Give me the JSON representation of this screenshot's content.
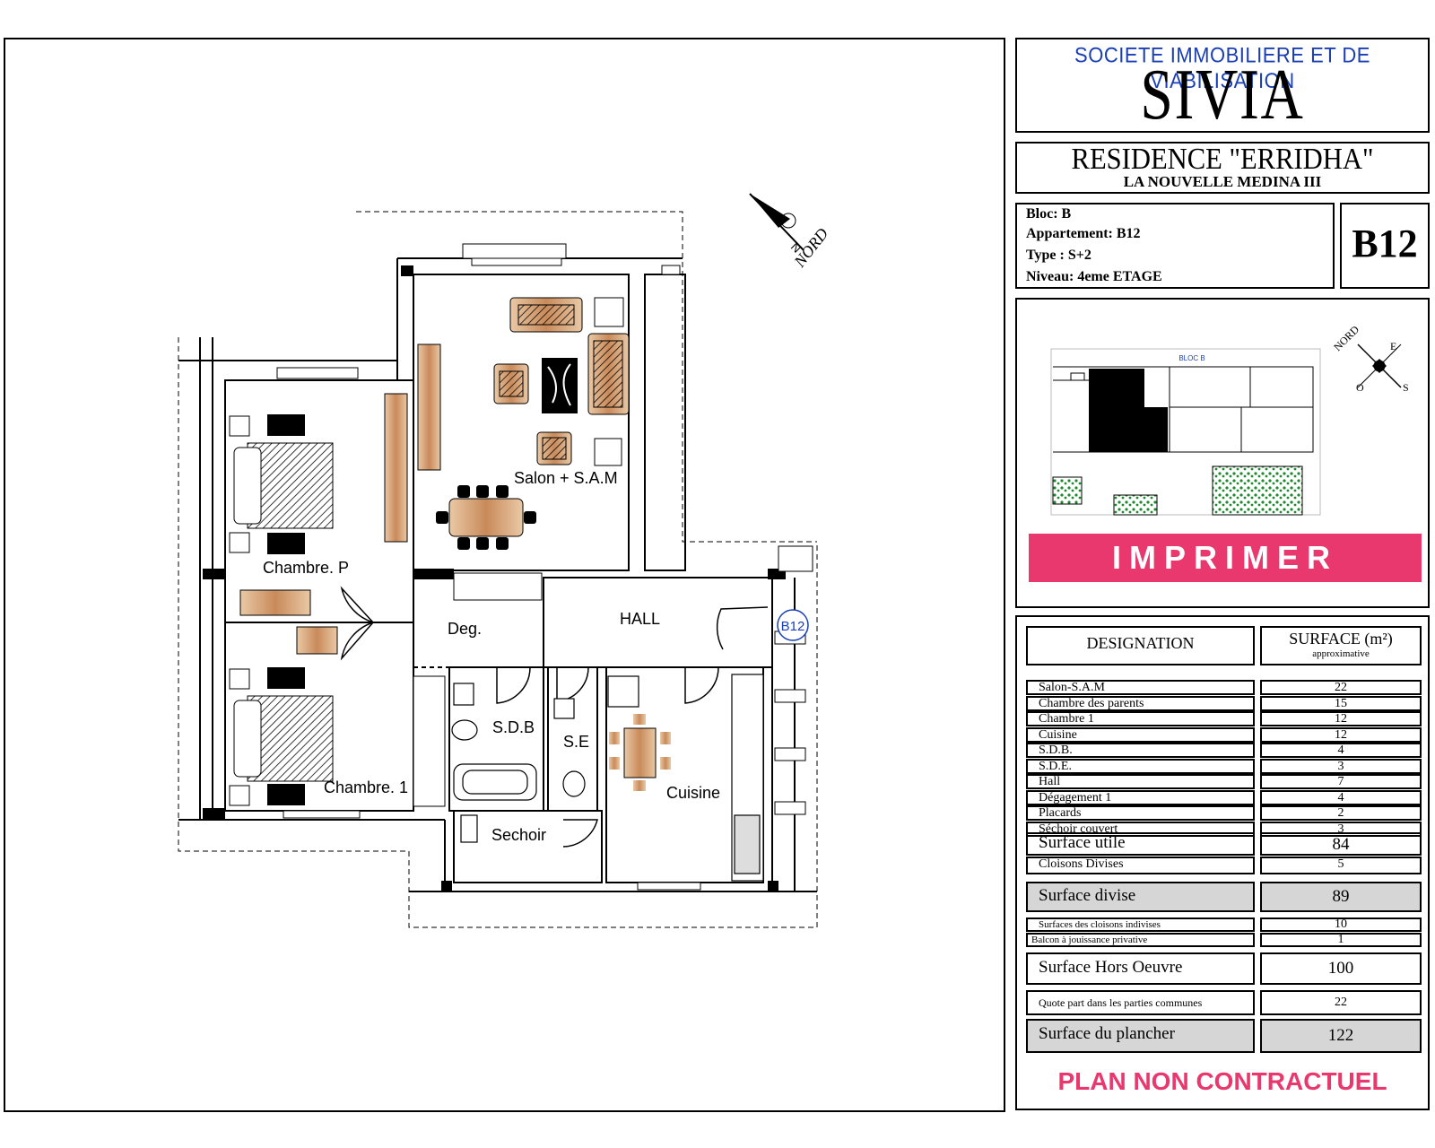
{
  "header": {
    "company_name": "SOCIETE IMMOBILIERE ET DE VIABILISATION",
    "brand": "SIVIA"
  },
  "residence": {
    "title": "RESIDENCE \"ERRIDHA\"",
    "subtitle": "LA NOUVELLE MEDINA III"
  },
  "apartment": {
    "bloc": "Bloc: B",
    "appartement": "Appartement: B12",
    "type": "Type :  S+2",
    "niveau": "Niveau: 4eme ETAGE",
    "code": "B12"
  },
  "key_plan": {
    "label": "BLOC B",
    "compass": {
      "north": "NORD",
      "east": "E",
      "south": "S",
      "west": "O"
    }
  },
  "print_button": "IMPRIMER",
  "plan": {
    "north_label": "NORD",
    "north_letter": "N",
    "apartment_tag": "B12",
    "rooms": {
      "salon": "Salon + S.A.M",
      "chambre_p": "Chambre. P",
      "chambre_1": "Chambre. 1",
      "deg": "Deg.",
      "hall": "HALL",
      "sdb": "S.D.B",
      "se": "S.E",
      "cuisine": "Cuisine",
      "sechoir": "Sechoir"
    }
  },
  "surface_table": {
    "headers": {
      "designation": "DESIGNATION",
      "surface": "SURFACE (m²)",
      "surface_note": "approximative"
    },
    "rows": [
      {
        "label": "Salon-S.A.M",
        "value": "22"
      },
      {
        "label": "Chambre  des  parents",
        "value": "15"
      },
      {
        "label": "Chambre  1",
        "value": "12"
      },
      {
        "label": "Cuisine",
        "value": "12"
      },
      {
        "label": "S.D.B.",
        "value": "4"
      },
      {
        "label": "S.D.E.",
        "value": "3"
      },
      {
        "label": "Hall",
        "value": "7"
      },
      {
        "label": "Dégagement  1",
        "value": "4"
      },
      {
        "label": "Placards",
        "value": "2"
      },
      {
        "label": "Séchoir  couvert",
        "value": "3"
      }
    ],
    "surface_utile": {
      "label": "Surface utile",
      "value": "84"
    },
    "cloisons_divises": {
      "label": "Cloisons Divises",
      "value": "5"
    },
    "surface_divise": {
      "label": "Surface divise",
      "value": "89"
    },
    "cloisons_indivises": {
      "label": "Surfaces des cloisons indivises",
      "value": "10"
    },
    "balcon": {
      "label": "Balcon à jouissance privative",
      "value": "1"
    },
    "hors_oeuvre": {
      "label": "Surface Hors Oeuvre",
      "value": "100"
    },
    "quote_part": {
      "label": "Quote part dans les parties communes",
      "value": "22"
    },
    "plancher": {
      "label": "Surface du plancher",
      "value": "122"
    }
  },
  "disclaimer": "PLAN NON CONTRACTUEL",
  "colors": {
    "accent": "#e8386d",
    "brand_blue": "#1a3fb4",
    "furniture": "#c98a5a",
    "gray_row": "#d6d6d6"
  }
}
